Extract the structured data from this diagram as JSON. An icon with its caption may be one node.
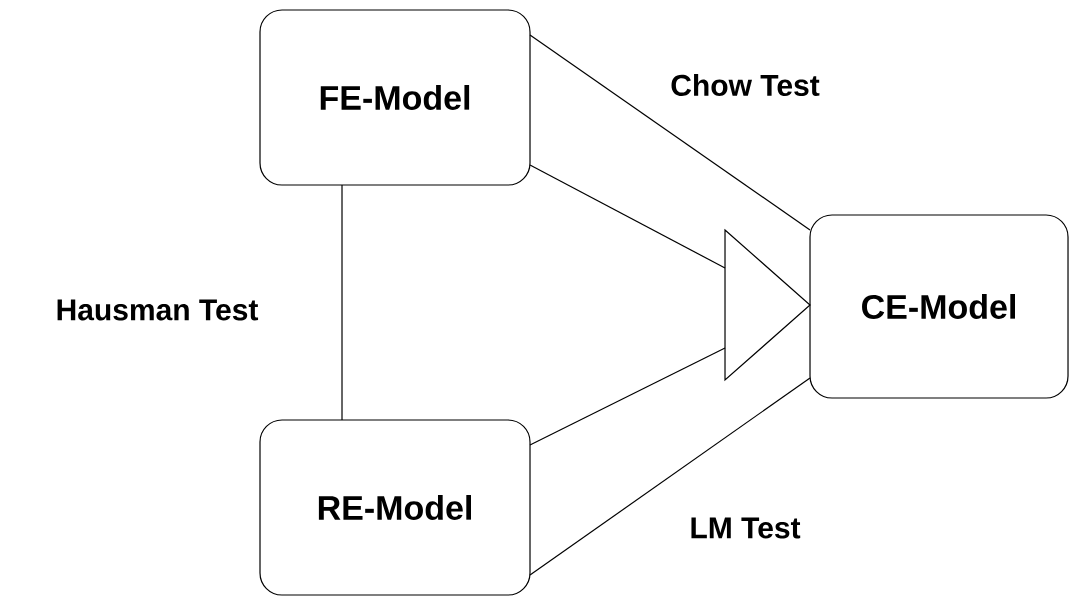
{
  "diagram": {
    "nodes": [
      {
        "text": [
          "FE-Model"
        ]
      },
      {
        "text": [
          "RE-Model"
        ]
      },
      {
        "text": [
          "CE-Model"
        ]
      },
      {
        "text": [],
        "shape": "triangle"
      }
    ],
    "edges": [
      {
        "from": 0,
        "to": 2,
        "arrow": "none",
        "label": "Chow Test"
      },
      {
        "from": 0,
        "to": 3,
        "arrow": "none"
      },
      {
        "from": 1,
        "to": 3,
        "arrow": "none"
      },
      {
        "from": 1,
        "to": 2,
        "arrow": "none",
        "label": "LM Test"
      },
      {
        "from": 0,
        "to": 1,
        "arrow": "none",
        "label": "Hausman Test"
      }
    ]
  }
}
